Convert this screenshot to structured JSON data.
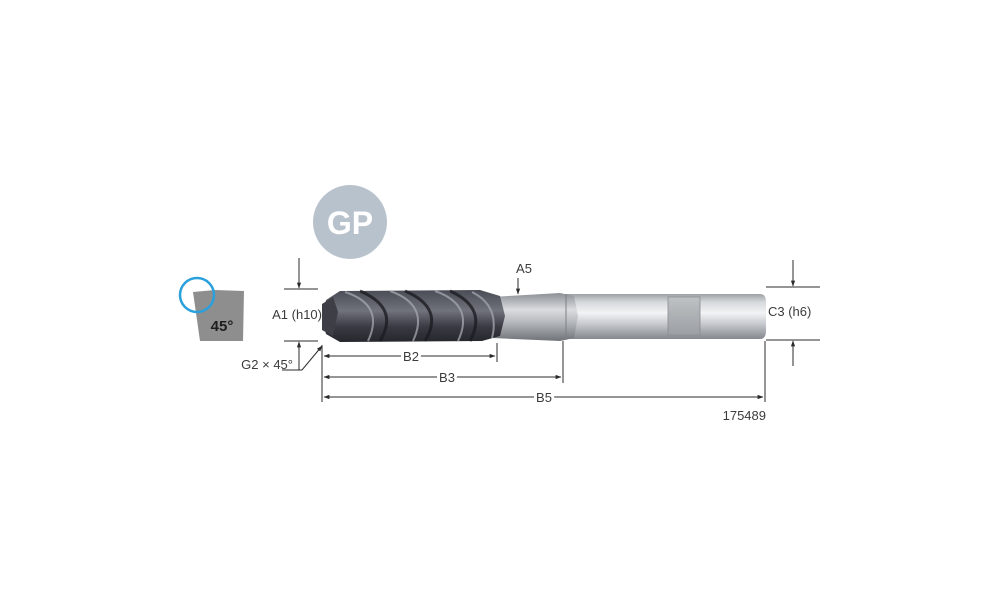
{
  "badge": {
    "text": "GP",
    "color": "#b8c2cc"
  },
  "chamfer_icon": {
    "angle_label": "45°",
    "ring_color": "#2aa0dc",
    "fill_color": "#8e8e8e"
  },
  "dimensions": {
    "a1": "A1 (h10)",
    "a5": "A5",
    "c3": "C3 (h6)",
    "g2": "G2 × 45°",
    "b2": "B2",
    "b3": "B3",
    "b5": "B5"
  },
  "article_number": "175489",
  "colors": {
    "dimension_line": "#2b2b2b",
    "shank_light": "#e2e4e6",
    "shank_dark": "#9a9ea2",
    "flute_dark": "#2e2f37",
    "flute_mid": "#5a5c66"
  }
}
